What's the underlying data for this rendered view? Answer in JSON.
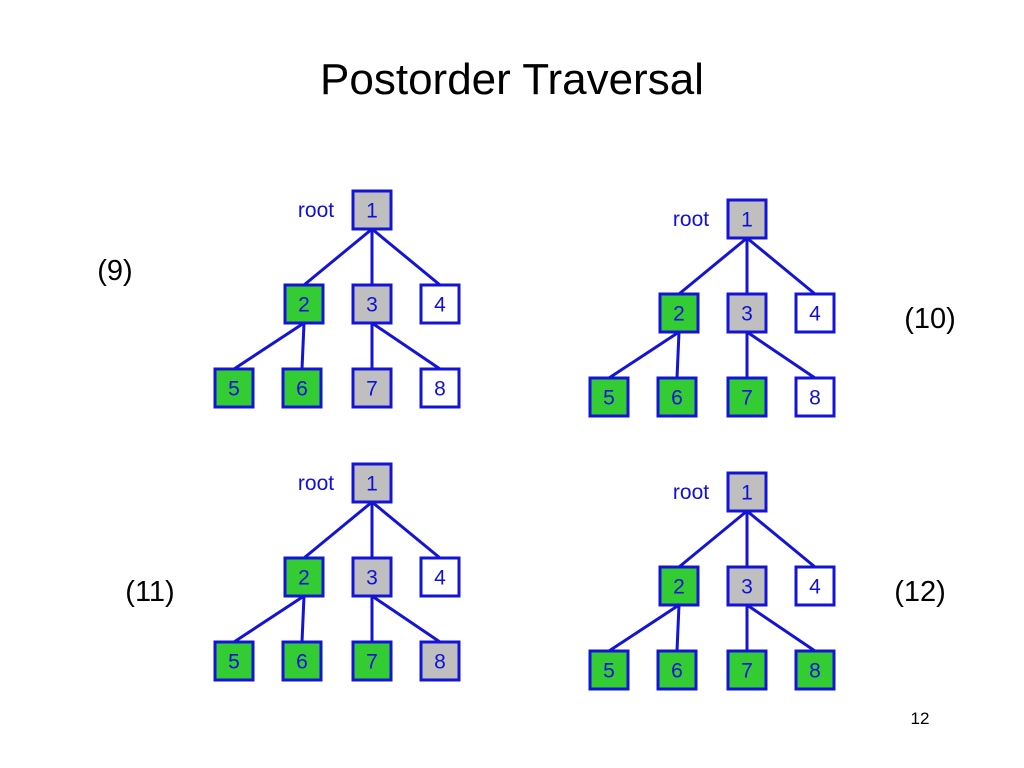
{
  "title": "Postorder Traversal",
  "page_number": "12",
  "root_label": "root",
  "colors": {
    "edge": "#1414d6",
    "node_border": "#1414d6",
    "visited": "#33cc33",
    "current_path": "#bfbfbf",
    "unvisited": "#ffffff",
    "node_text": "#1010d8"
  },
  "tree": {
    "nodes": [
      "1",
      "2",
      "3",
      "4",
      "5",
      "6",
      "7",
      "8"
    ],
    "edges": [
      [
        "1",
        "2"
      ],
      [
        "1",
        "3"
      ],
      [
        "1",
        "4"
      ],
      [
        "2",
        "5"
      ],
      [
        "2",
        "6"
      ],
      [
        "3",
        "7"
      ],
      [
        "3",
        "8"
      ]
    ]
  },
  "steps": [
    {
      "label": "(9)",
      "states": {
        "1": "current_path",
        "2": "visited",
        "3": "current_path",
        "4": "unvisited",
        "5": "visited",
        "6": "visited",
        "7": "current_path",
        "8": "unvisited"
      }
    },
    {
      "label": "(10)",
      "states": {
        "1": "current_path",
        "2": "visited",
        "3": "current_path",
        "4": "unvisited",
        "5": "visited",
        "6": "visited",
        "7": "visited",
        "8": "unvisited"
      }
    },
    {
      "label": "(11)",
      "states": {
        "1": "current_path",
        "2": "visited",
        "3": "current_path",
        "4": "unvisited",
        "5": "visited",
        "6": "visited",
        "7": "visited",
        "8": "current_path"
      }
    },
    {
      "label": "(12)",
      "states": {
        "1": "current_path",
        "2": "visited",
        "3": "current_path",
        "4": "unvisited",
        "5": "visited",
        "6": "visited",
        "7": "visited",
        "8": "visited"
      }
    }
  ]
}
